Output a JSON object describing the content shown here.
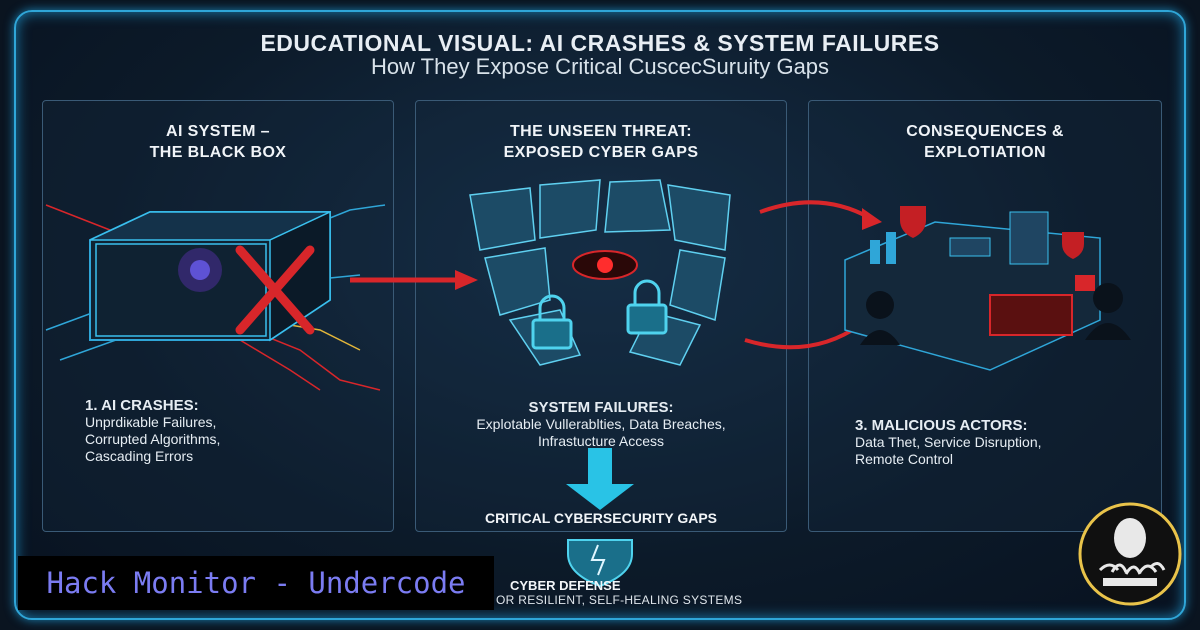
{
  "header": {
    "title": "EDUCATIONAL VISUAL:  AI CRASHES & SYSTEM FAILURES",
    "subtitle": "How They Expose Critical CuscecSuruity Gaps"
  },
  "panels": [
    {
      "title_line1": "AI SYSTEM –",
      "title_line2": "THE BLACK BOX",
      "heading": "1. AI CRASHES:",
      "lines": [
        "Unprdiкable Failures,",
        "Corrupted Algorithms,",
        "Cascading Errors"
      ]
    },
    {
      "title_line1": "THE UNSEEN THREAT:",
      "title_line2": "EXPOSED CYBER GAPS",
      "heading": "SYSTEM FAILURES:",
      "lines": [
        "Explotable Vullerablties, Data Breaches,",
        "Infrastucture Access"
      ]
    },
    {
      "title_line1": "CONSEQUENCES &",
      "title_line2": "EXPLOTIATION",
      "heading": "3. MALICIOUS ACTORS:",
      "lines": [
        "Data Thet, Service Disruption,",
        "Remote Control"
      ]
    }
  ],
  "gaps_label": "CRITICAL CYBERSECURITY GAPS",
  "defense": {
    "title": "CYBER DEFENSE",
    "subtitle": "OR RESILIENT, SELF-HEALING SYSTEMS"
  },
  "watermark": "Hack Monitor - Undercode",
  "colors": {
    "frame": "#2fa6d8",
    "accent_red": "#d8262a",
    "cyan": "#29c3e6",
    "watermark_text": "#7b7cf2",
    "logo_ring": "#e9c34a"
  },
  "icons": [
    "black-box-cube-icon",
    "red-x-icon",
    "broken-shield-icon",
    "red-eye-icon",
    "padlock-icon",
    "arrow-right-icon",
    "arrow-down-icon",
    "server-city-icon",
    "hacker-icon",
    "shield-icon",
    "octopus-logo-icon"
  ]
}
